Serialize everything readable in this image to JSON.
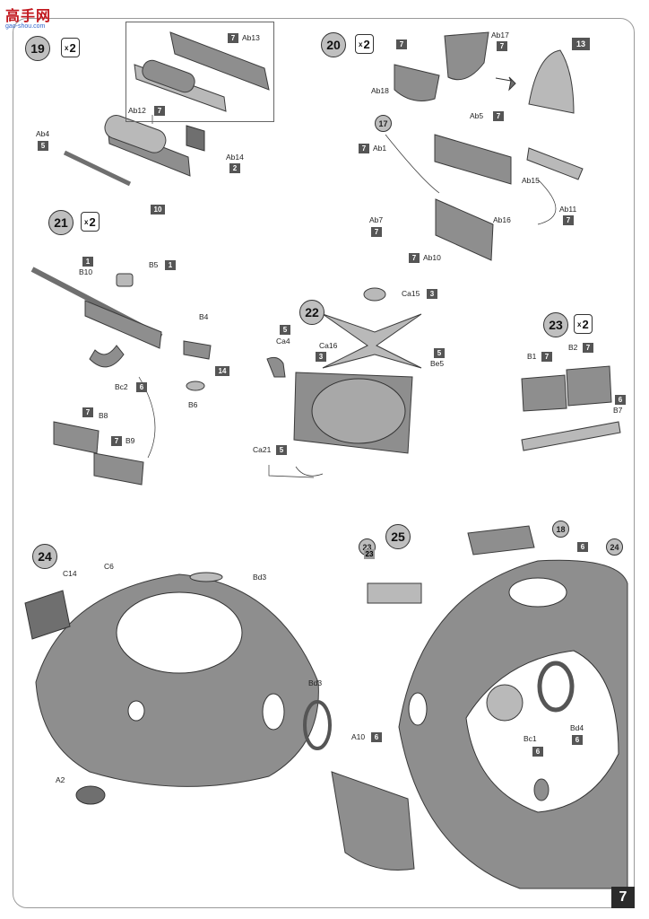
{
  "header": {
    "logo_text": "高手网",
    "logo_url": "gao-shou.com"
  },
  "page": {
    "number": "7"
  },
  "steps": [
    {
      "num": "19",
      "mult": "2"
    },
    {
      "num": "20",
      "mult": "2"
    },
    {
      "num": "21",
      "mult": "2"
    },
    {
      "num": "22",
      "mult": ""
    },
    {
      "num": "23",
      "mult": "2"
    },
    {
      "num": "24",
      "mult": ""
    },
    {
      "num": "25",
      "mult": ""
    }
  ],
  "callouts": [
    "17",
    "13",
    "18",
    "23",
    "24"
  ],
  "labels": {
    "ab13": "Ab13",
    "ab12": "Ab12",
    "ab4": "Ab4",
    "ab14": "Ab14",
    "ab17": "Ab17",
    "ab18": "Ab18",
    "ab1": "Ab1",
    "ab5": "Ab5",
    "ab15": "Ab15",
    "ab11": "Ab11",
    "ab7": "Ab7",
    "ab16": "Ab16",
    "ab10": "Ab10",
    "b10": "B10",
    "b5": "B5",
    "b4": "B4",
    "b6": "B6",
    "bc2": "Bc2",
    "b8": "B8",
    "b9": "B9",
    "ca15": "Ca15",
    "ca4": "Ca4",
    "ca16": "Ca16",
    "be5": "Be5",
    "ca21": "Ca21",
    "b1": "B1",
    "b2": "B2",
    "b7": "B7",
    "c14": "C14",
    "c6": "C6",
    "bd3a": "Bd3",
    "bd3b": "Bd3",
    "a2": "A2",
    "a10": "A10",
    "bc1": "Bc1",
    "bd4": "Bd4"
  },
  "sprues": {
    "s7": "7",
    "s5": "5",
    "s2": "2",
    "s10": "10",
    "s13": "13",
    "s1": "1",
    "s6": "6",
    "s14": "14",
    "s3": "3"
  },
  "colors": {
    "part": "#8e8e8e",
    "part_light": "#b9b9b9",
    "frame": "#9a9a9a",
    "logo_red": "#c2181f"
  }
}
